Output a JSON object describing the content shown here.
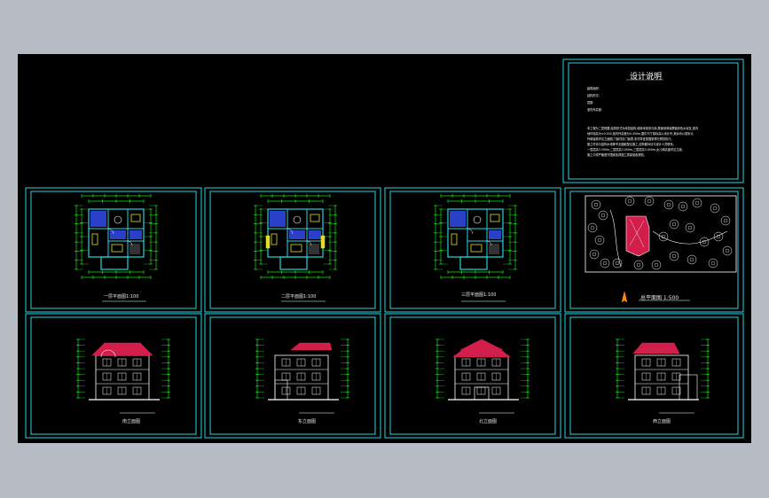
{
  "sheet": {
    "colors": {
      "background": "#b7bcc4",
      "sheet": "#000000",
      "frame": "#22d6e0",
      "wall": "#22d6e0",
      "dimension": "#19e019",
      "roof": "#d21e4a",
      "drawing": "#ffffff",
      "furniture": "#e0e020",
      "fill_blue": "#2a40c8",
      "accent_orange": "#ff8a00"
    }
  },
  "design_notes": {
    "title": "设计说明",
    "items": [
      "建筑面积:",
      "结构形式:",
      "层数:",
      "室内外高差:"
    ],
    "paragraph": [
      "本工程为二层别墅,结构形式为砖混结构,墙体采用多孔砖,屋面采用坡屋面彩色水泥瓦,室内",
      "地坪标高为±0.000,室内外高差为0.450m,图中尺寸除标高以米计外,其余均以毫米计,",
      "外墙装修详见立面图,门窗详见门窗表,未尽事宜按国家现行规范执行。",
      "施工时请与结构水电等专业图纸配合施工,如有疑问请与设计人员联系。",
      "一层层高3.300m,二层层高3.000m,三层层高3.000m,女儿墙高度详见立面,",
      "施工中须严格遵守国家各项施工质量验收规范。"
    ]
  },
  "panels": {
    "plan1": {
      "label": "一层平面图1:100"
    },
    "plan2": {
      "label": "二层平面图1:100"
    },
    "plan3": {
      "label": "三层平面图1:100"
    },
    "site": {
      "label": "总平面图 1:500"
    },
    "elev1": {
      "label": "南立面图"
    },
    "elev2": {
      "label": "东立面图"
    },
    "elev3": {
      "label": "北立面图"
    },
    "elev4": {
      "label": "西立面图"
    }
  }
}
